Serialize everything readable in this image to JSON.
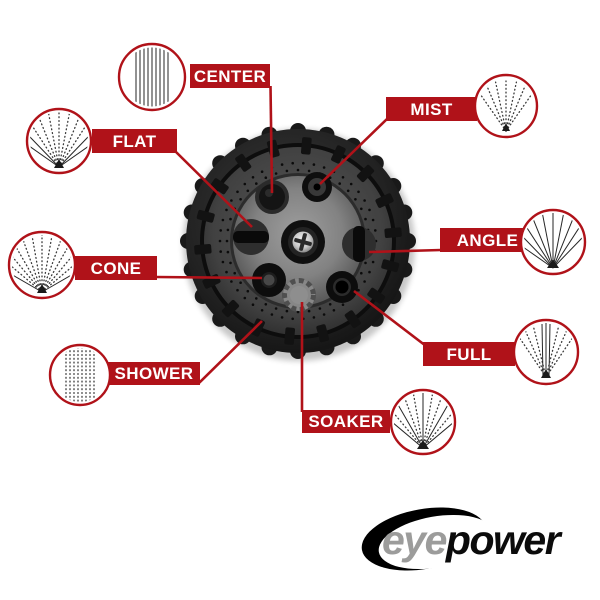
{
  "callouts": [
    {
      "id": "center",
      "label": "CENTER"
    },
    {
      "id": "mist",
      "label": "MIST"
    },
    {
      "id": "flat",
      "label": "FLAT"
    },
    {
      "id": "angle",
      "label": "ANGLE"
    },
    {
      "id": "cone",
      "label": "CONE"
    },
    {
      "id": "full",
      "label": "FULL"
    },
    {
      "id": "shower",
      "label": "SHOWER"
    },
    {
      "id": "soaker",
      "label": "SOAKER"
    }
  ],
  "colors": {
    "accent_red": "#b01219",
    "label_text": "#ffffff",
    "background": "#ffffff",
    "logo_gray": "#9c9c9b",
    "logo_black": "#0b0b0b"
  },
  "logo": {
    "part1": "eye",
    "part2": "power"
  }
}
